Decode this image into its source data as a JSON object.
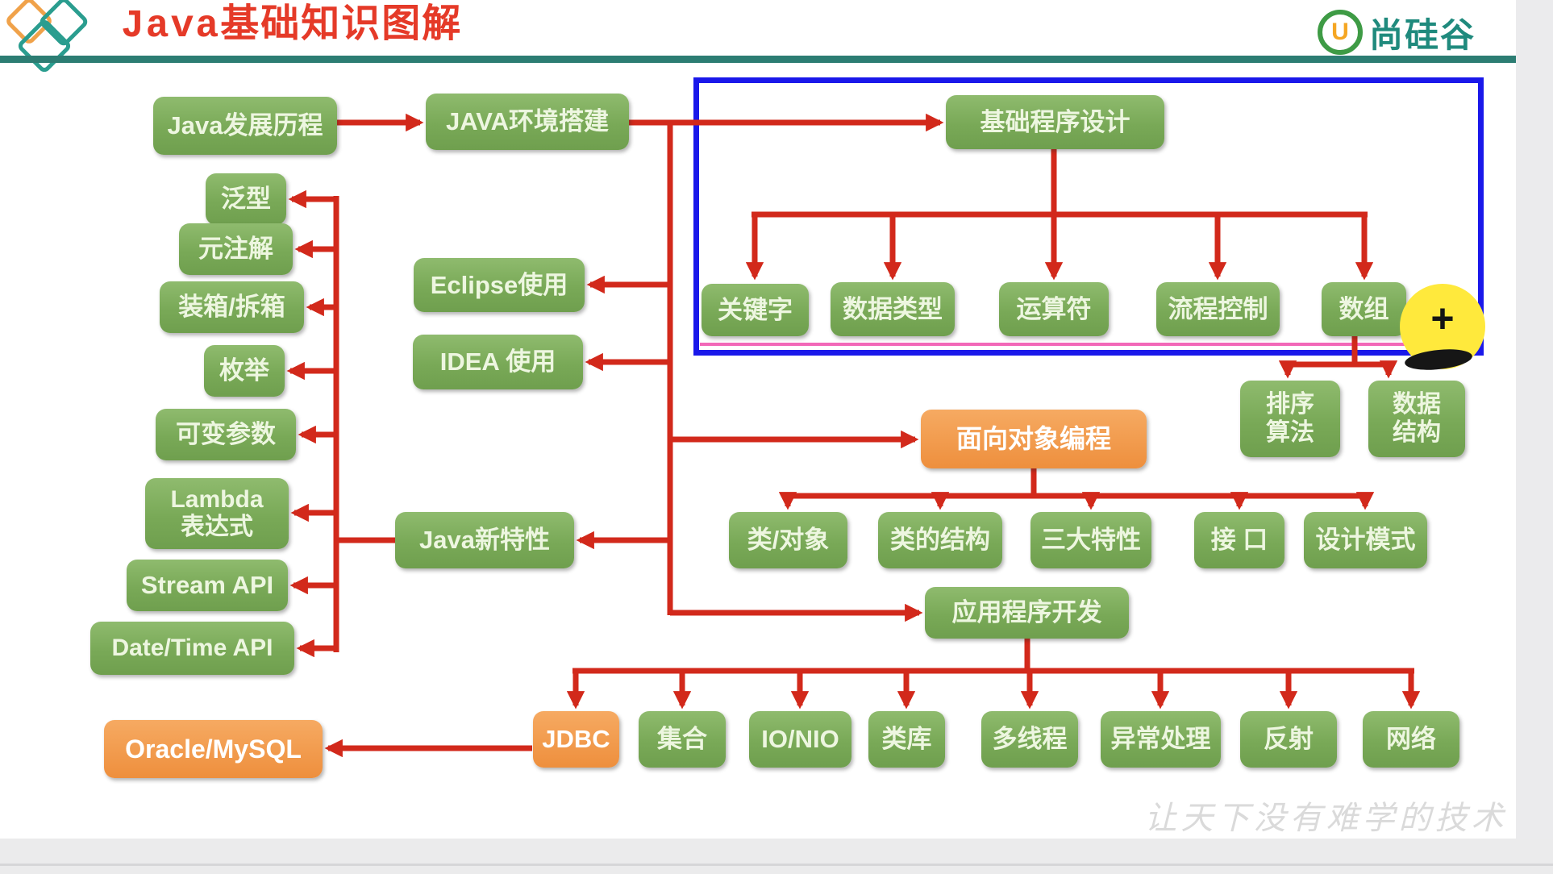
{
  "header": {
    "title": "Java基础知识图解",
    "brand_text": "尚硅谷",
    "brand_u": "U"
  },
  "watermark": "让天下没有难学的技术",
  "annotation": {
    "plus": "+"
  },
  "colors": {
    "connector_red": "#d2291b",
    "node_green": "#79a957",
    "node_orange": "#ee8f3d",
    "frame_blue": "#1a18ea",
    "annotation_pink": "#f268b8",
    "divider_teal": "#2c7d73",
    "title_red": "#e53a28",
    "brand_teal": "#1f8a7d",
    "highlight_yellow": "#ffe93c"
  },
  "diagram": {
    "java_history": "Java发展历程",
    "env_setup": "JAVA环境搭建",
    "features": {
      "generics": "泛型",
      "meta_annotation": "元注解",
      "boxing_unboxing": "装箱/拆箱",
      "enumeration": "枚举",
      "varargs": "可变参数",
      "lambda_lines": [
        "Lambda",
        "表达式"
      ],
      "stream_api": "Stream API",
      "datetime_api": "Date/Time API"
    },
    "tools": {
      "eclipse": "Eclipse使用",
      "idea": "IDEA 使用"
    },
    "new_features": "Java新特性",
    "basics": {
      "title": "基础程序设计",
      "children": [
        "关键字",
        "数据类型",
        "运算符",
        "流程控制",
        "数组"
      ]
    },
    "array_children": {
      "sorting_lines": [
        "排序",
        "算法"
      ],
      "data_structure_lines": [
        "数据",
        "结构"
      ]
    },
    "oop": {
      "title": "面向对象编程",
      "children": [
        "类/对象",
        "类的结构",
        "三大特性",
        "接 口",
        "设计模式"
      ]
    },
    "app_dev": {
      "title": "应用程序开发",
      "children": [
        "JDBC",
        "集合",
        "IO/NIO",
        "类库",
        "多线程",
        "异常处理",
        "反射",
        "网络"
      ]
    },
    "database": "Oracle/MySQL"
  }
}
